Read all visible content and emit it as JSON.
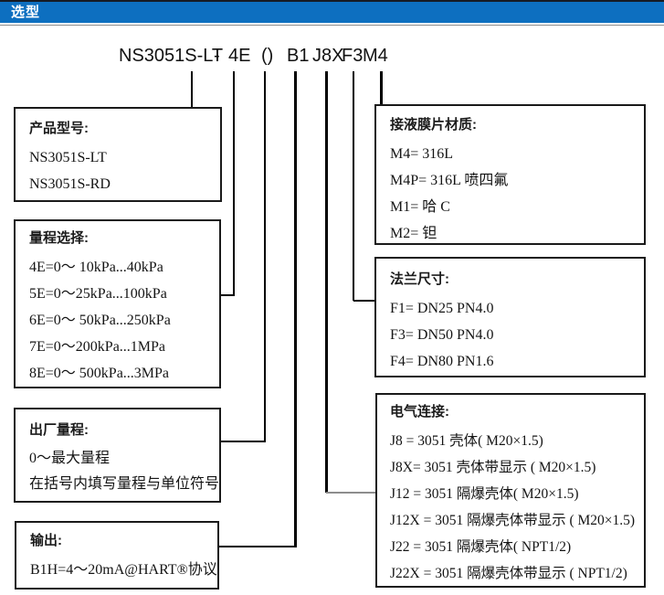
{
  "header": {
    "title": "选型",
    "bar_color": "#0d6fc0"
  },
  "model_code": {
    "product": "NS3051S-LT",
    "dash": "-",
    "range": "4E",
    "parentheses": "()",
    "output": "B1",
    "electrical": "J8X",
    "flange": "F3",
    "diaphragm": "M4"
  },
  "boxes": {
    "product_model": {
      "title": "产品型号:",
      "lines": [
        "NS3051S-LT",
        "NS3051S-RD"
      ]
    },
    "range_selection": {
      "title": "量程选择:",
      "lines": [
        "4E=0～ 10kPa...40kPa",
        "5E=0～25kPa...100kPa",
        "6E=0～ 50kPa...250kPa",
        "7E=0～200kPa...1MPa",
        "8E=0～ 500kPa...3MPa"
      ]
    },
    "factory_range": {
      "title": "出厂量程:",
      "lines": [
        "0～最大量程",
        "在括号内填写量程与单位符号"
      ]
    },
    "output": {
      "title": "输出:",
      "lines": [
        "B1H=4～20mA@HART®协议"
      ]
    },
    "diaphragm_material": {
      "title": "接液膜片材质:",
      "lines": [
        "M4= 316L",
        "M4P= 316L 喷四氟",
        "M1= 哈 C",
        "M2= 钽"
      ]
    },
    "flange_size": {
      "title": "法兰尺寸:",
      "lines": [
        "F1= DN25 PN4.0",
        "F3= DN50 PN4.0",
        "F4= DN80 PN1.6"
      ]
    },
    "electrical_connection": {
      "title": "电气连接:",
      "lines": [
        "J8 = 3051 壳体( M20×1.5)",
        "J8X= 3051 壳体带显示 ( M20×1.5)",
        "J12 = 3051 隔爆壳体( M20×1.5)",
        "J12X = 3051 隔爆壳体带显示 ( M20×1.5)",
        "J22 = 3051 隔爆壳体( NPT1/2)",
        "J22X = 3051 隔爆壳体带显示 ( NPT1/2)"
      ]
    }
  }
}
